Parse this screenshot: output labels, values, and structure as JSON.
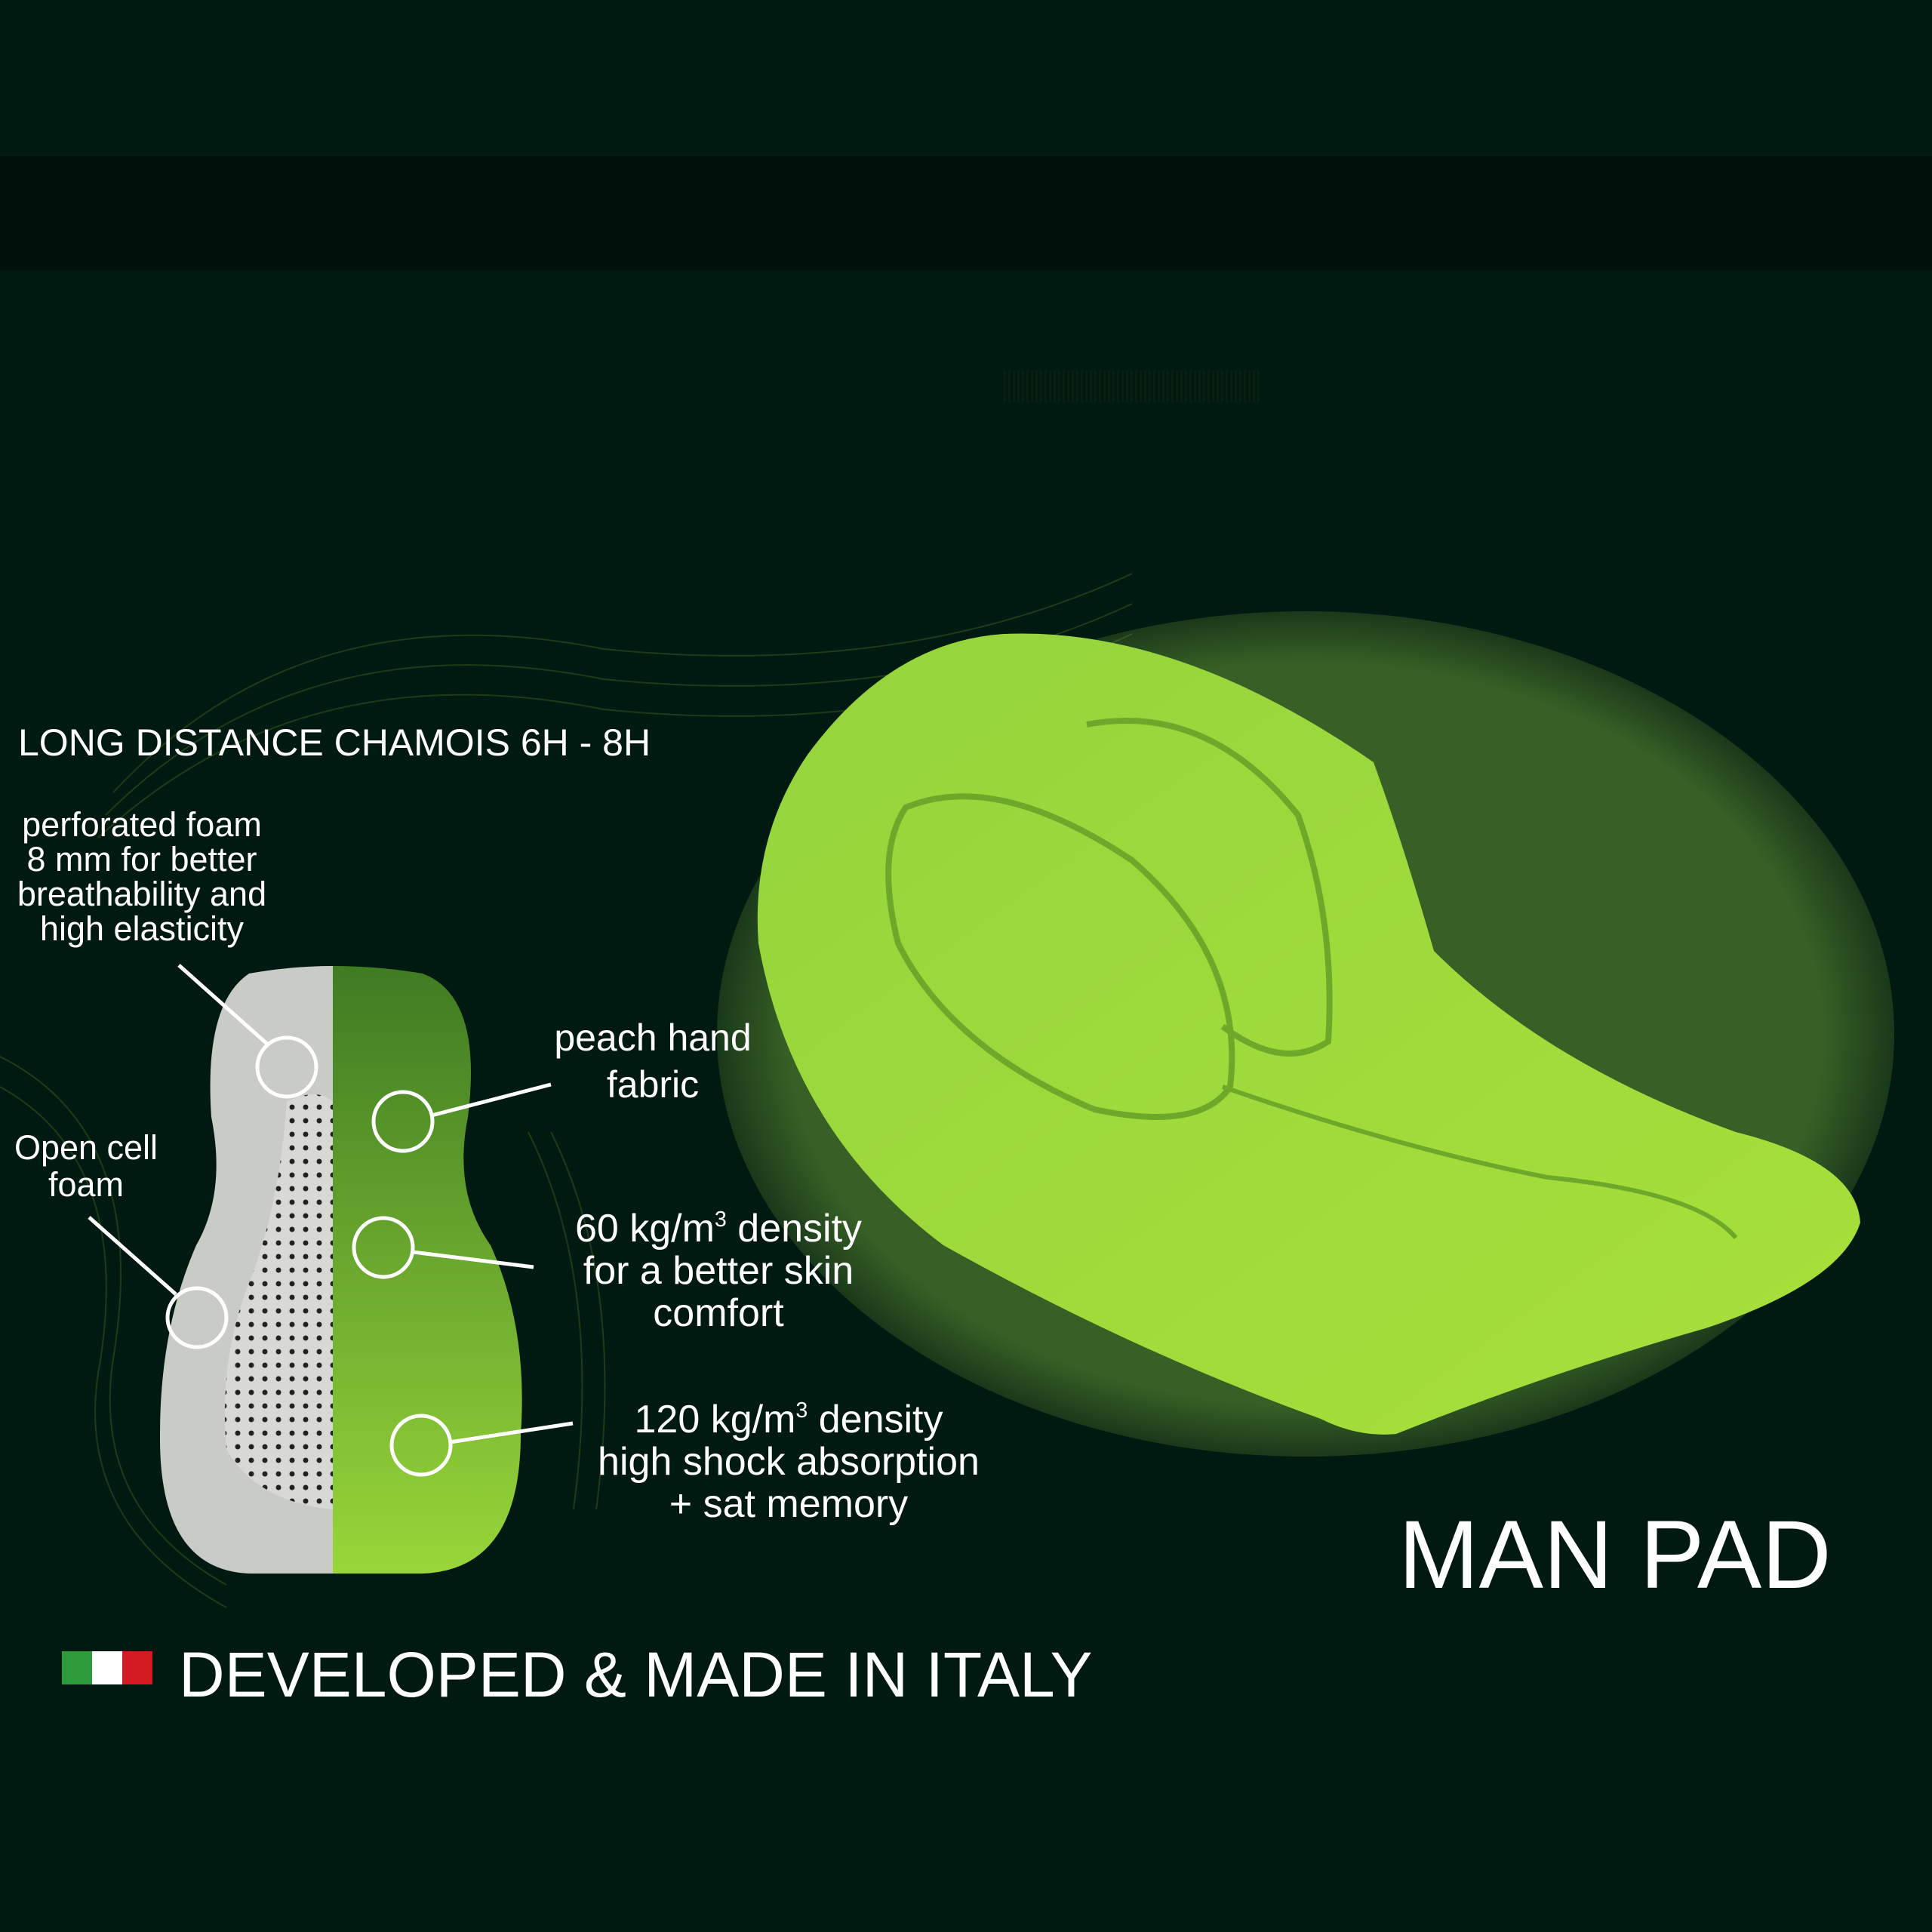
{
  "headline": "LONG DISTANCE CHAMOIS 6H - 8H",
  "callouts": {
    "perforated": "perforated foam\n8 mm for better\nbreathability and\nhigh elasticity",
    "open_cell": "Open cell\nfoam",
    "peach": "peach hand\nfabric",
    "density60": {
      "prefix": "60 kg/m",
      "sup": "3",
      "suffix": " density\nfor a better skin\ncomfort"
    },
    "density120": {
      "prefix": "120 kg/m",
      "sup": "3",
      "suffix": " density\nhigh shock absorption\n+ sat memory"
    }
  },
  "product_name": "MAN PAD",
  "origin": "DEVELOPED & MADE IN ITALY",
  "colors": {
    "background": "#001a11",
    "pad_green": "#8fd63a",
    "foam_grey": "#c9ccc6",
    "flag": [
      "#2e9b3a",
      "#ffffff",
      "#d21c22"
    ]
  }
}
